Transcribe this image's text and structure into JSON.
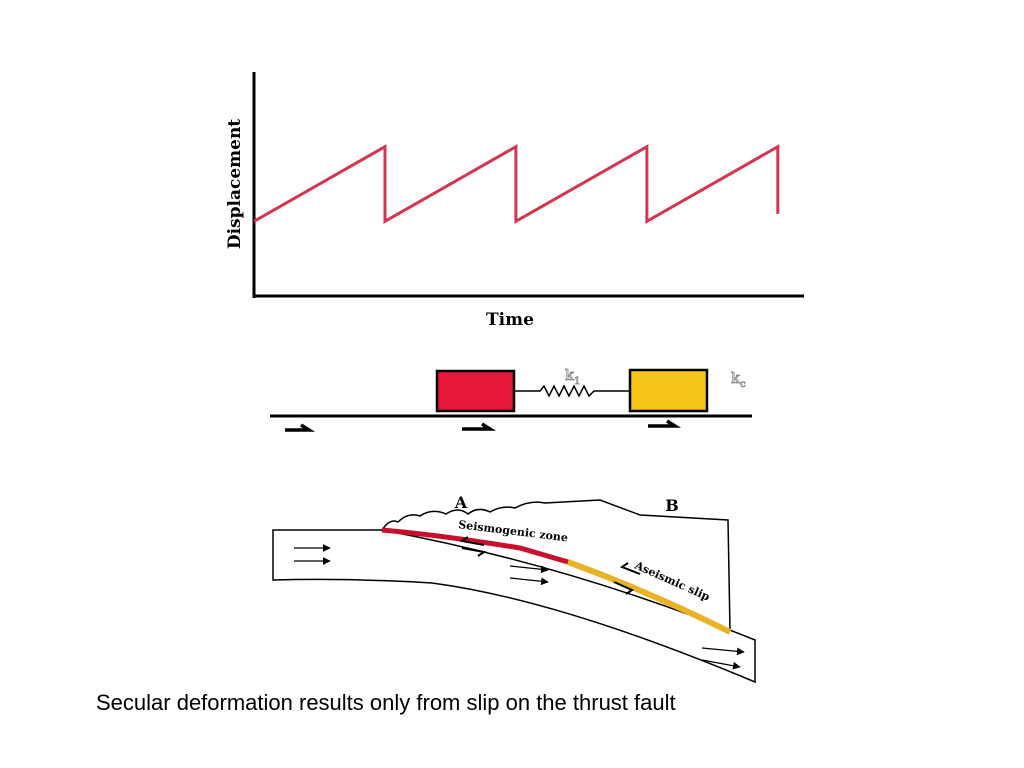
{
  "chart_data": {
    "type": "line",
    "title": "",
    "xlabel": "Time",
    "ylabel": "Displacement",
    "grid": false,
    "series": [
      {
        "x": [
          0,
          1,
          1,
          2,
          2,
          3,
          3,
          4,
          4
        ],
        "y": [
          1,
          2,
          1,
          2,
          1,
          2,
          1,
          2,
          1.1
        ]
      }
    ],
    "xlim": [
      0,
      4.2
    ],
    "ylim": [
      0,
      3
    ],
    "line_color": "#d4354f"
  },
  "spring_block": {
    "label_k1": "k",
    "label_k1_sub": "1",
    "label_k2": "k",
    "label_k2_sub": "c",
    "block1_color": "#e8163a",
    "block2_color": "#f5c518"
  },
  "cross_section": {
    "label_a": "A",
    "label_b": "B",
    "seismogenic_label": "Seismogenic zone",
    "aseismic_label": "Aseismic slip",
    "seismogenic_color": "#c8102e",
    "aseismic_color": "#e8b324"
  },
  "caption": "Secular deformation results only from slip on the thrust fault"
}
